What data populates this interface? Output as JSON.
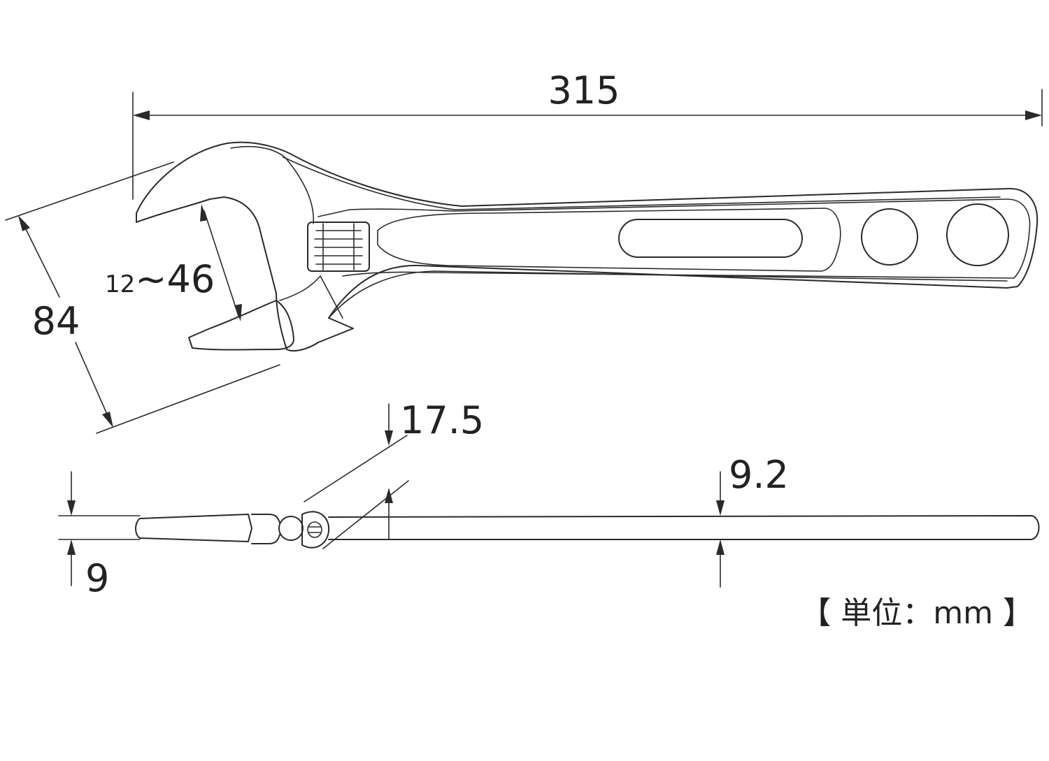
{
  "dimensions": {
    "total_length": "315",
    "jaw_opening_min": "12",
    "jaw_opening_sep": "~46",
    "head_width": "84",
    "jaw_thickness": "17.5",
    "tip_thickness": "9",
    "handle_thickness": "9.2"
  },
  "unit_label": "【 単位：mm 】",
  "colors": {
    "line": "#2a2a2a",
    "background": "#ffffff"
  }
}
